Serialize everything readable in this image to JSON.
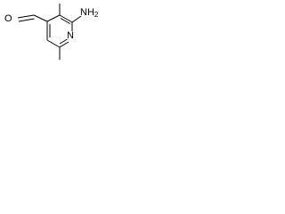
{
  "structure": {
    "atoms": {
      "oxygen": "O",
      "amino": "NH",
      "amino_h_count": "2",
      "ring_nitrogen": "N"
    },
    "bond_color": "#000000",
    "background_color": "#ffffff"
  }
}
